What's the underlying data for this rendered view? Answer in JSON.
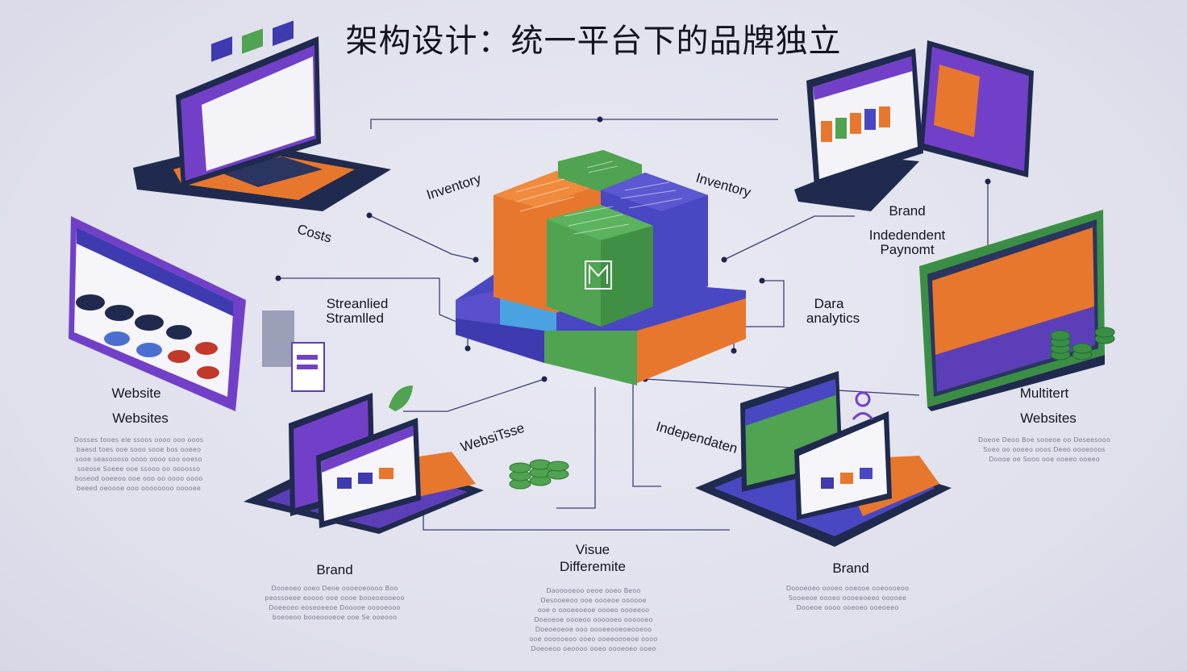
{
  "title": "架构设计：统一平台下的品牌独立",
  "labels": {
    "inventory_left": "Inventory",
    "inventory_right": "Inventory",
    "costs": "Costs",
    "brand_top_right": "Brand",
    "independent_payment_1": "Indedendent",
    "independent_payment_2": "Paynomt",
    "streamlined_1": "Streanlied",
    "streamlined_2": "Stramlled",
    "data_analytics_1": "Dara",
    "data_analytics_2": "analytics",
    "website_1": "Website",
    "website_2": "Websites",
    "multitenant_1": "Multitert",
    "multitenant_2": "Websites",
    "websites_mid": "WebsiTsse",
    "independent_mid": "Independaten",
    "brand_bottom_left": "Brand",
    "brand_bottom_right": "Brand",
    "visual_diff_1": "Visue",
    "visual_diff_2": "Differemite"
  },
  "blurred_text": {
    "left": [
      "Dosses tooes ele ssoos oooo ooo ooos",
      "baesd toes ooe sooo sooe bos ooeeo",
      "sooe seasoooso oooo oooo soo ooeso",
      "soeose Soeee ooe ssooo oo oooosso",
      "boseod ooeeoo ooe ooo oo oooo oooo",
      "beeed oeoooe ooo oooooooo ooooee"
    ],
    "right": [
      "Doeoe Deoo Boe sooeoe oo Deseesooo",
      "Soeo oo ooeeo ooos Deeo oooeooos",
      "Doooe oe Sooo ooe ooeeo ooeeo"
    ],
    "bottom_left": [
      "Dooeoeo ooeo Deoe oooeoeoooo Boo",
      "peossoeee eoooo ooe oooe booeoeooeoo",
      "Doeeoeo eoseoeeoe Dooooe ooooeooo",
      "boeoeoo booeoooeoe ooe Se ooeooo"
    ],
    "bottom_center": [
      "Daooooeoo oeoe ooeo Beoo",
      "Desooeeoo ooe oooeoe oooooe",
      "ooe o oooeeoeoe oooeo oooeeoo",
      "Doeoeoe oooeoo oooooeo oooooeo",
      "Doeoeoeoe ooo oooeeooeoeooeoo",
      "ooe oooooeoo ooeo ooeeoooeoe oooo",
      "Doeoeoo oeoooo ooeo oooeoeo ooeo"
    ],
    "bottom_right": [
      "Doooeoeo oooeo ooeooe ooeoooeoo",
      "Sooeeoe oooeo oooeeoeeo ooooee",
      "Dooeoe oooo ooeoeo ooeoeeo"
    ]
  },
  "colors": {
    "orange": "#e8772e",
    "purple": "#5c3fb8",
    "violet": "#7240c8",
    "green": "#4fa351",
    "blue": "#4a47c2",
    "navy": "#1f2a4e",
    "sky": "#4aa3e0"
  }
}
